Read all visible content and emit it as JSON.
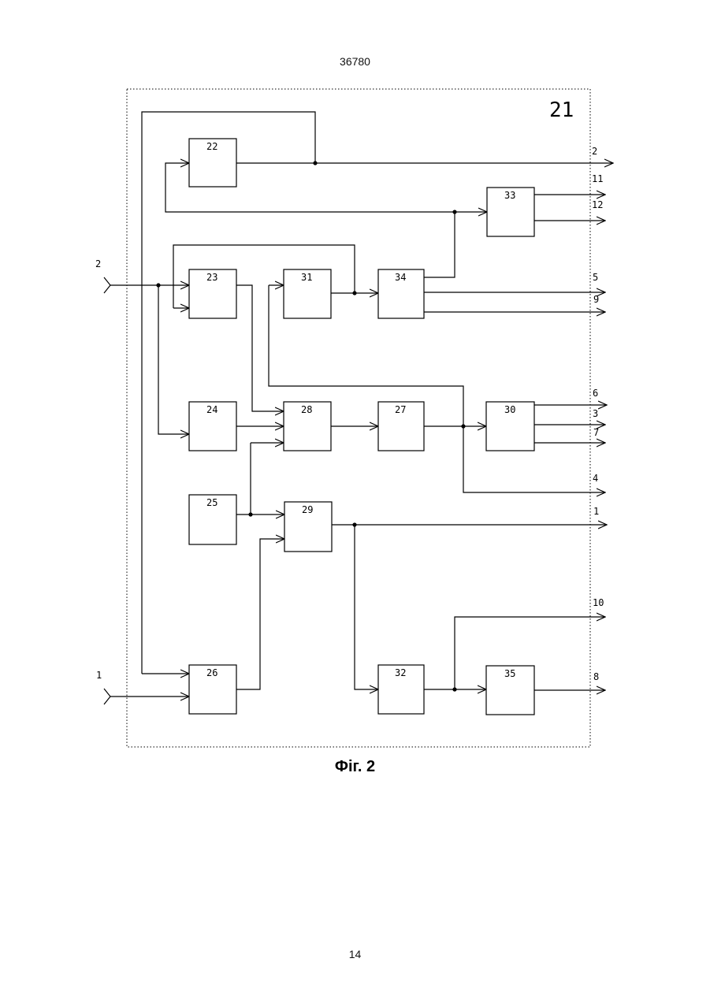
{
  "header": {
    "doc_number": "36780"
  },
  "figure": {
    "unit_label": "21",
    "blocks": {
      "b22": "22",
      "b23": "23",
      "b24": "24",
      "b25": "25",
      "b26": "26",
      "b27": "27",
      "b28": "28",
      "b29": "29",
      "b30": "30",
      "b31": "31",
      "b32": "32",
      "b33": "33",
      "b34": "34",
      "b35": "35"
    },
    "inputs": {
      "in2": "2",
      "in1": "1"
    },
    "outputs": {
      "o2": "2",
      "o11": "11",
      "o12": "12",
      "o5": "5",
      "o9": "9",
      "o6": "6",
      "o3": "3",
      "o7": "7",
      "o4": "4",
      "o1": "1",
      "o10": "10",
      "o8": "8"
    },
    "caption": "Фіг. 2"
  },
  "footer": {
    "page_number": "14"
  }
}
